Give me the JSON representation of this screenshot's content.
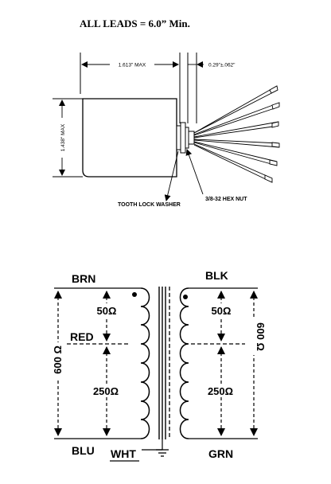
{
  "header": {
    "title": "ALL LEADS = 6.0” Min."
  },
  "mechanical": {
    "width_dim": "1.613\" MAX",
    "height_dim": "1.438\" MAX",
    "stud_dim": "0.29\"±.062\"",
    "washer_label": "TOOTH LOCK WASHER",
    "nut_label": "3/8-32 HEX NUT"
  },
  "schematic": {
    "primary_top_lead": "BRN",
    "primary_tap_lead": "RED",
    "primary_bottom_lead": "BLU",
    "shield_lead": "WHT",
    "secondary_top_lead": "BLK",
    "secondary_bottom_lead": "GRN",
    "primary_upper_ohms": "50Ω",
    "primary_lower_ohms": "250Ω",
    "primary_total_ohms": "600 Ω",
    "secondary_upper_ohms": "50Ω",
    "secondary_lower_ohms": "250Ω",
    "secondary_total_ohms": "600 Ω"
  }
}
